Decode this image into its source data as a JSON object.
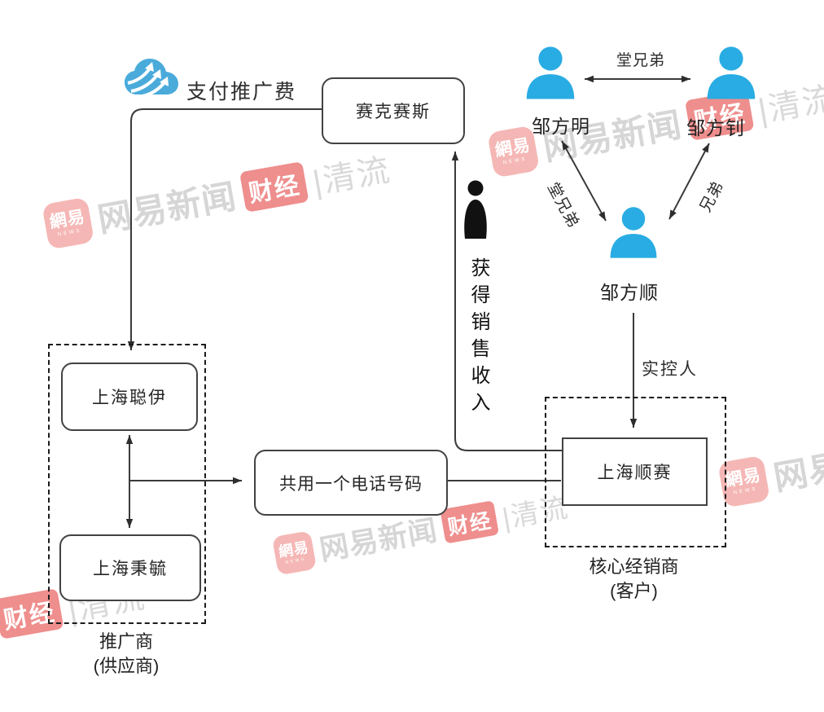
{
  "boxes": {
    "saikesaisi": "赛克赛斯",
    "congyi": "上海聪伊",
    "bingyu": "上海秉毓",
    "phone": "共用一个电话号码",
    "shunsai": "上海顺赛"
  },
  "edges": {
    "pay_fee": "支付推广费",
    "sales_income": "获得销售收入",
    "controller": "实控人",
    "cousins_top": "堂兄弟",
    "cousins_left": "堂兄弟",
    "brothers_right": "兄弟"
  },
  "groups": {
    "promoter": {
      "line1": "推广商",
      "line2": "(供应商)"
    },
    "distributor": {
      "line1": "核心经销商",
      "line2": "(客户)"
    }
  },
  "people": {
    "fangming": "邹方明",
    "fangzhao": "邹方钊",
    "fangshun": "邹方顺"
  },
  "watermark": {
    "icon_text": "網易",
    "icon_sub": "NEWS",
    "brand": "网易新闻",
    "badge": "财经",
    "suffix": "|清流"
  },
  "colors": {
    "person_blue": "#29ACE3",
    "cloud_blue": "#4AABDB",
    "line": "#3a3a3a",
    "watermark_red": "#EE8E8D",
    "watermark_pink": "#F5B7B5",
    "watermark_gray": "#D6D6D6"
  }
}
